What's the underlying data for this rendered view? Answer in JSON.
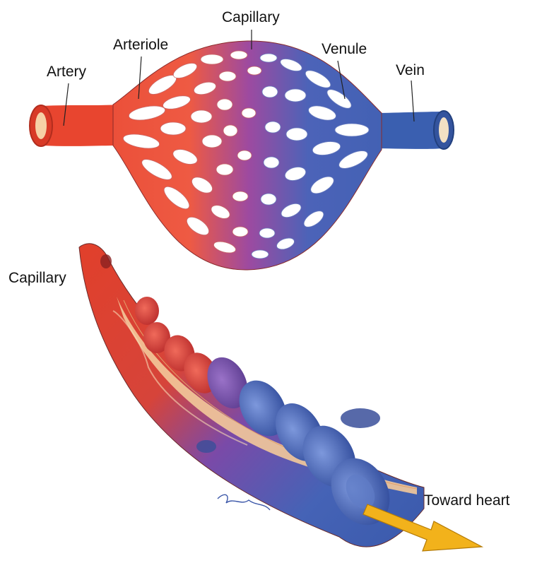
{
  "labels": {
    "artery": "Artery",
    "arteriole": "Arteriole",
    "capillary_top": "Capillary",
    "venule": "Venule",
    "vein": "Vein",
    "capillary_bottom": "Capillary",
    "toward_heart": "Toward heart"
  },
  "colors": {
    "arterial_red": "#e8452f",
    "venous_blue": "#3a5fb0",
    "transition_purple": "#7a4aa8",
    "vessel_wall": "#f3c99a",
    "arrow_yellow": "#f2b21b"
  }
}
